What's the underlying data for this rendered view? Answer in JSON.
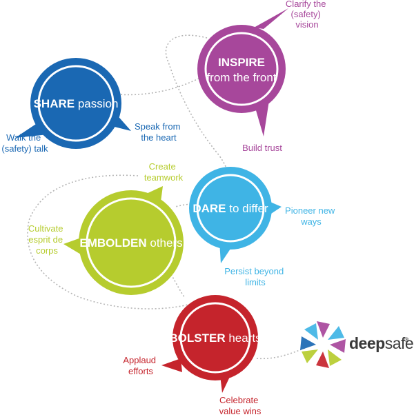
{
  "colors": {
    "share": "#1a68b3",
    "inspire": "#a7479b",
    "dare": "#3fb4e5",
    "embolden": "#b6cc2e",
    "bolster": "#c5242c",
    "connector": "#b4b4b4",
    "logo_text": "#3a3a3a"
  },
  "bubbles": {
    "share": {
      "strong": "SHARE",
      "rest": " passion"
    },
    "inspire": {
      "strong": "INSPIRE",
      "line2": "from the front"
    },
    "dare": {
      "strong": "DARE",
      "rest": " to differ"
    },
    "embolden": {
      "strong": "EMBOLDEN",
      "rest": " others"
    },
    "bolster": {
      "strong": "BOLSTER",
      "rest": " hearts"
    }
  },
  "practices": {
    "share_1": [
      "Walk the",
      "(safety) talk"
    ],
    "share_2": [
      "Speak from",
      "the heart"
    ],
    "inspire_1": [
      "Clarify the",
      "(safety)",
      "vision"
    ],
    "inspire_2": [
      "Build trust"
    ],
    "dare_1": [
      "Pioneer new",
      "ways"
    ],
    "dare_2": [
      "Persist beyond",
      "limits"
    ],
    "embolden_1": [
      "Create",
      "teamwork"
    ],
    "embolden_2": [
      "Cultivate",
      "esprit de",
      "corps"
    ],
    "bolster_1": [
      "Applaud",
      "efforts"
    ],
    "bolster_2": [
      "Celebrate",
      "value wins"
    ]
  },
  "logo": {
    "bold_part": "deep",
    "rest": "safe",
    "mark": "®",
    "icon": "star-burst-logo-icon"
  }
}
